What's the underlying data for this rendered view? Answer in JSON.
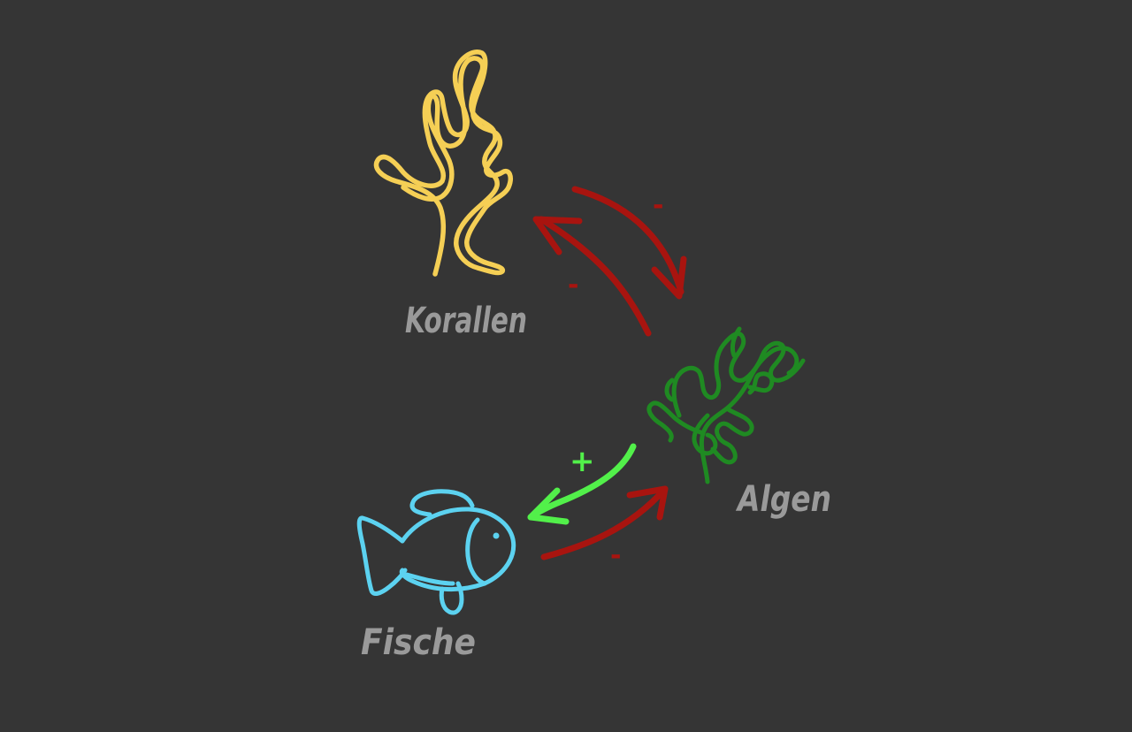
{
  "nodes": {
    "korallen": {
      "label": "Korallen",
      "icon": "coral-icon",
      "color": "#f5cf55"
    },
    "algen": {
      "label": "Algen",
      "icon": "seaweed-icon",
      "color": "#1f8a22"
    },
    "fische": {
      "label": "Fische",
      "icon": "fish-icon",
      "color": "#5cd2f0"
    }
  },
  "edges": [
    {
      "from": "korallen",
      "to": "algen",
      "sign": "-",
      "color": "#a8140f"
    },
    {
      "from": "algen",
      "to": "korallen",
      "sign": "-",
      "color": "#a8140f"
    },
    {
      "from": "algen",
      "to": "fische",
      "sign": "+",
      "color": "#52f04a"
    },
    {
      "from": "fische",
      "to": "algen",
      "sign": "-",
      "color": "#a8140f"
    }
  ],
  "colors": {
    "background": "#353535",
    "label": "#9a9a9a"
  }
}
